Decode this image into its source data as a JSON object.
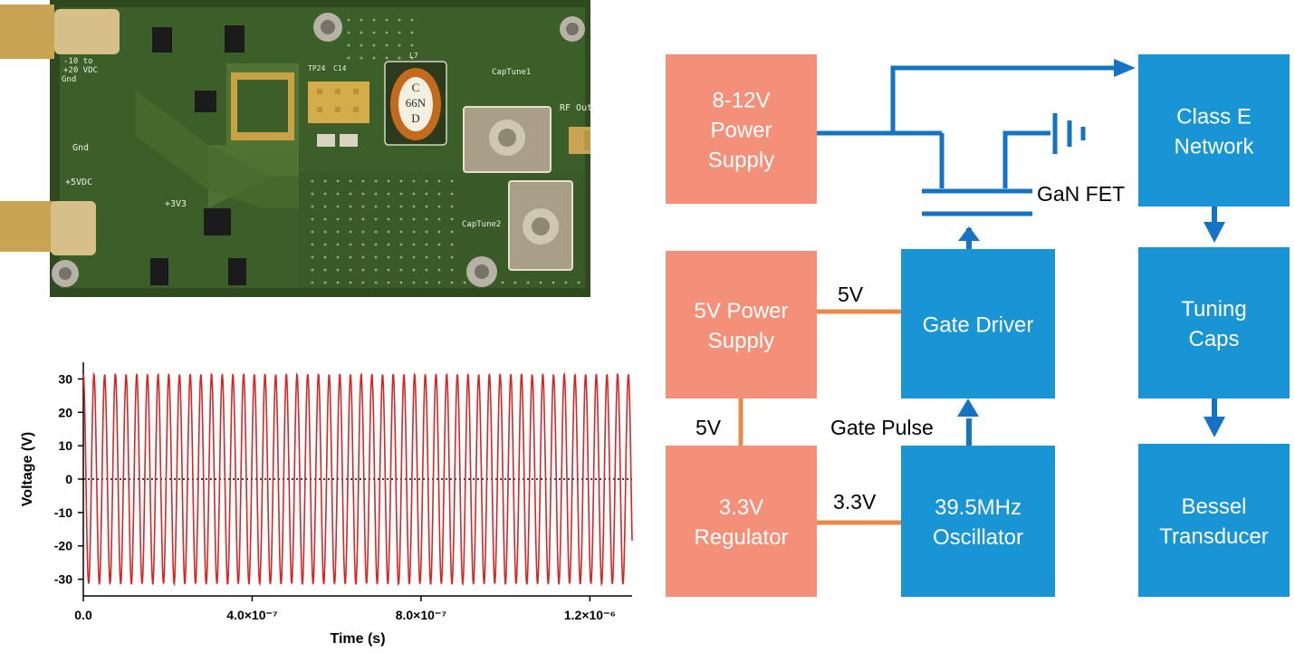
{
  "pcb_photo": {
    "labels": {
      "supply_range": "-10 to\n+20 VDC",
      "gnd_top": "Gnd",
      "gnd_mid": "Gnd",
      "plus5vdc": "+5VDC",
      "plus3v3": "+3V3",
      "captune1": "CapTune1",
      "captune2": "CapTune2",
      "rf_out": "RF Out",
      "inductor_marking": "C\n66N\nD",
      "l7": "L7",
      "c14": "C14",
      "tp24": "TP24"
    }
  },
  "chart_data": {
    "type": "line",
    "title": "",
    "xlabel": "Time (s)",
    "ylabel": "Voltage (V)",
    "xlim": [
      0,
      1.3e-06
    ],
    "ylim": [
      -35,
      35
    ],
    "xticks": [
      0,
      4e-07,
      8e-07,
      1.2e-06
    ],
    "xtick_labels": [
      "0.0",
      "4.0×10⁻⁷",
      "8.0×10⁻⁷",
      "1.2×10⁻⁶"
    ],
    "yticks": [
      30,
      20,
      10,
      0,
      -10,
      -20,
      -30
    ],
    "ytick_labels": [
      "30",
      "20",
      "10",
      "0",
      "-10",
      "-20",
      "-30"
    ],
    "series": [
      {
        "frequency_hz": 39500000.0,
        "amplitude_v": 31.5,
        "phase_deg": 90,
        "color": "#d62728"
      }
    ],
    "reference_line": {
      "y": 0,
      "style": "dotted",
      "color": "#000000"
    }
  },
  "diagram": {
    "colors": {
      "salmon": "#f4907a",
      "blue": "#1994d4",
      "orange_line": "#e58a47",
      "blue_line": "#1573c3"
    },
    "blocks": {
      "power_8_12": "8-12V\nPower\nSupply",
      "power_5v": "5V Power\nSupply",
      "regulator": "3.3V\nRegulator",
      "gate_driver": "Gate Driver",
      "oscillator": "39.5MHz\nOscillator",
      "class_e": "Class E\nNetwork",
      "tuning_caps": "Tuning\nCaps",
      "bessel": "Bessel\nTransducer"
    },
    "labels": {
      "fet": "GaN FET",
      "v5_top": "5V",
      "v5_left": "5V",
      "v33": "3.3V",
      "gate_pulse": "Gate Pulse"
    }
  }
}
